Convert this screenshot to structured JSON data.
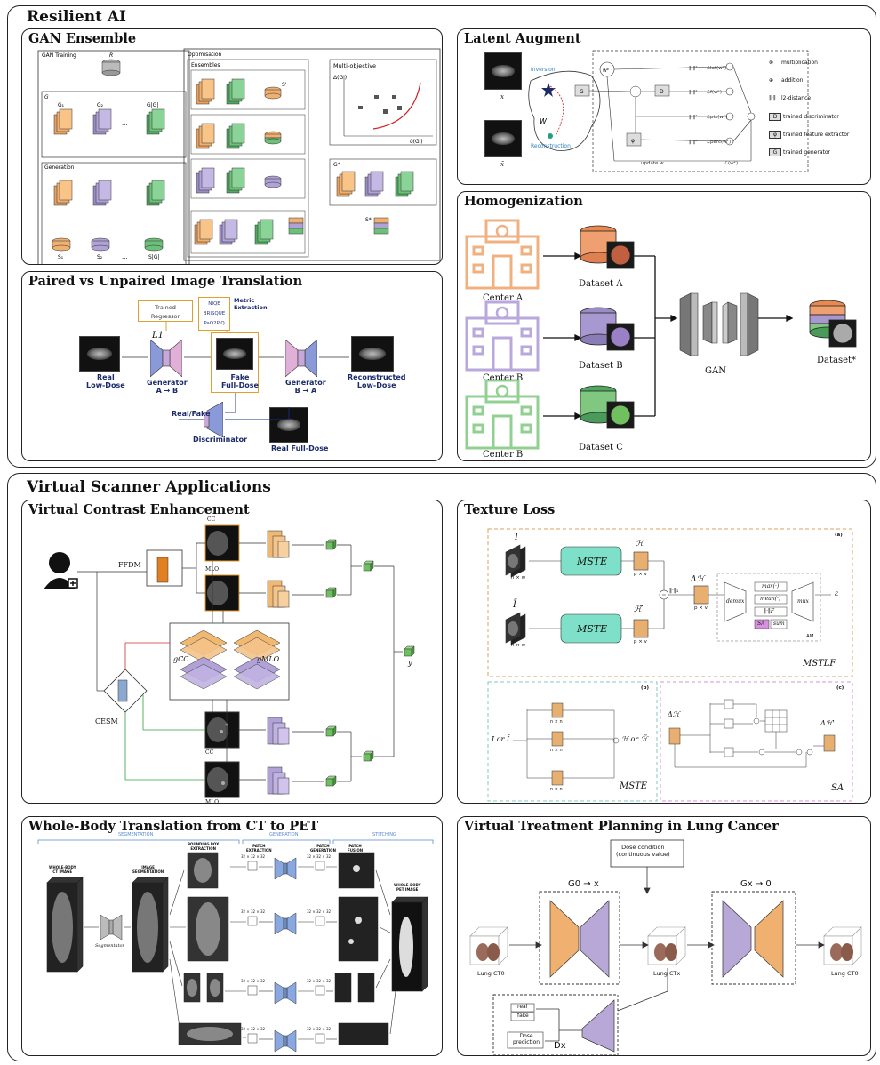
{
  "sections": {
    "resilient_ai": "Resilient AI",
    "virtual_scanner": "Virtual Scanner Applications"
  },
  "gan_ensemble": {
    "title": "GAN Ensemble",
    "training_label": "GAN Training",
    "generation_label": "Generation",
    "optimisation_label": "Optimisation",
    "ensembles_label": "Ensembles",
    "multi_objective_label": "Multi-objective",
    "r_label": "R",
    "g_label": "G",
    "g_prime_label": "G'",
    "g_star_label": "G*",
    "s_prime": "S'",
    "s_star": "S*",
    "g_items": [
      "G1",
      "G2",
      "...",
      "G|G|"
    ],
    "s_items": [
      "S1",
      "S2",
      "...",
      "S|G|"
    ],
    "delta_label": "Δ(G')",
    "delta2_label": "δ(G')"
  },
  "latent_augment": {
    "title": "Latent Augment",
    "inversion": "Inversion",
    "reconstruction": "Reconstruction",
    "x_label": "x",
    "x_tilde_label": "x̃",
    "w_space": "W",
    "update_w": "update w",
    "losses": [
      "ℒlat(wᵏ)",
      "ℒf(wᵏ)",
      "ℒpix(wᵏ)",
      "ℒperc(wᵏ)"
    ],
    "total_loss": "ℒ(wᵏ)",
    "legend": [
      {
        "symbol": "⊗",
        "text": "multiplication"
      },
      {
        "symbol": "⊕",
        "text": "addition"
      },
      {
        "symbol": "‖·‖",
        "text": "l2-distance"
      },
      {
        "symbol": "D",
        "text": "trained discriminator"
      },
      {
        "symbol": "φ",
        "text": "trained feature extractor"
      },
      {
        "symbol": "G",
        "text": "trained generator"
      }
    ]
  },
  "homogenization": {
    "title": "Homogenization",
    "centers": [
      "Center A",
      "Center B",
      "Center B"
    ],
    "datasets": [
      "Dataset A",
      "Dataset B",
      "Dataset C"
    ],
    "gan_label": "GAN",
    "output_label": "Dataset*",
    "colors": {
      "a": "#f0a070",
      "b": "#a898d0",
      "c": "#80c880"
    }
  },
  "paired": {
    "title": "Paired vs Unpaired Image Translation",
    "trained_regressor": "Trained\nRegressor",
    "metrics": [
      "NIQE",
      "BRISQUE",
      "PaQ2PiQ"
    ],
    "metric_extraction": "Metric\nExtraction",
    "l1": "L1",
    "real_low_dose": "Real\nLow-Dose",
    "gen_ab": "Generator\nA → B",
    "fake_full_dose": "Fake\nFull-Dose",
    "gen_ba": "Generator\nB → A",
    "reconstructed": "Reconstructed\nLow-Dose",
    "real_fake": "Real/Fake",
    "discriminator": "Discriminator",
    "real_full_dose": "Real Full-Dose"
  },
  "vce": {
    "title": "Virtual Contrast Enhancement",
    "ffdm": "FFDM",
    "cesm": "CESM",
    "cc": "CC",
    "mlo": "MLO",
    "gcc": "gCC",
    "gmlo": "gMLO",
    "y": "y"
  },
  "texture": {
    "title": "Texture Loss",
    "mste": "MSTE",
    "mstlf": "MSTLF",
    "sa": "SA",
    "am": "AM",
    "demux": "demux",
    "mux": "mux",
    "ops": [
      "max(·)",
      "mean(·)",
      "‖·‖F",
      "SA",
      "sum"
    ],
    "i_label": "I",
    "i_tilde": "Ĩ",
    "h_label": "ℋ",
    "h_tilde": "ℋ̃",
    "dh": "Δℋ",
    "dh_prime": "Δℋ'",
    "epsilon": "ε",
    "norm": "‖·‖₁",
    "hxw": "h × w",
    "pxv": "p × v",
    "nxn": "n × n",
    "i_or": "I or Ĩ",
    "h_or": "ℋ or ℋ̃",
    "a_label": "(a)",
    "b_label": "(b)",
    "c_label": "(c)"
  },
  "ct_pet": {
    "title": "Whole-Body Translation from CT to PET",
    "stages": [
      "SEGMENTATION",
      "GENERATION",
      "STITCHING"
    ],
    "bbox": "BOUNDING BOX\nEXTRACTION",
    "patch_ext": "PATCH\nEXTRACTION",
    "patch_gen": "PATCH\nGENERATION",
    "patch_fus": "PATCH\nFUSION",
    "wb_ct": "WHOLE-BODY\nCT IMAGE",
    "img_seg": "IMAGE\nSEGMENTATION",
    "segmentator": "Segmentator",
    "wb_pet": "WHOLE-BODY\nPET IMAGE",
    "dim": "32 × 32 × 32"
  },
  "vtp": {
    "title": "Virtual Treatment Planning in Lung Cancer",
    "dose_cond": "Dose condition\n(continuous value)",
    "g0x": "G0 → x",
    "gx0": "Gx → 0",
    "lung0": "Lung CT0",
    "lungx": "Lung CTx",
    "lung0b": "Lung CT0",
    "real": "real",
    "fake": "fake",
    "dose_pred": "Dose\nprediction",
    "dx": "Dx"
  }
}
